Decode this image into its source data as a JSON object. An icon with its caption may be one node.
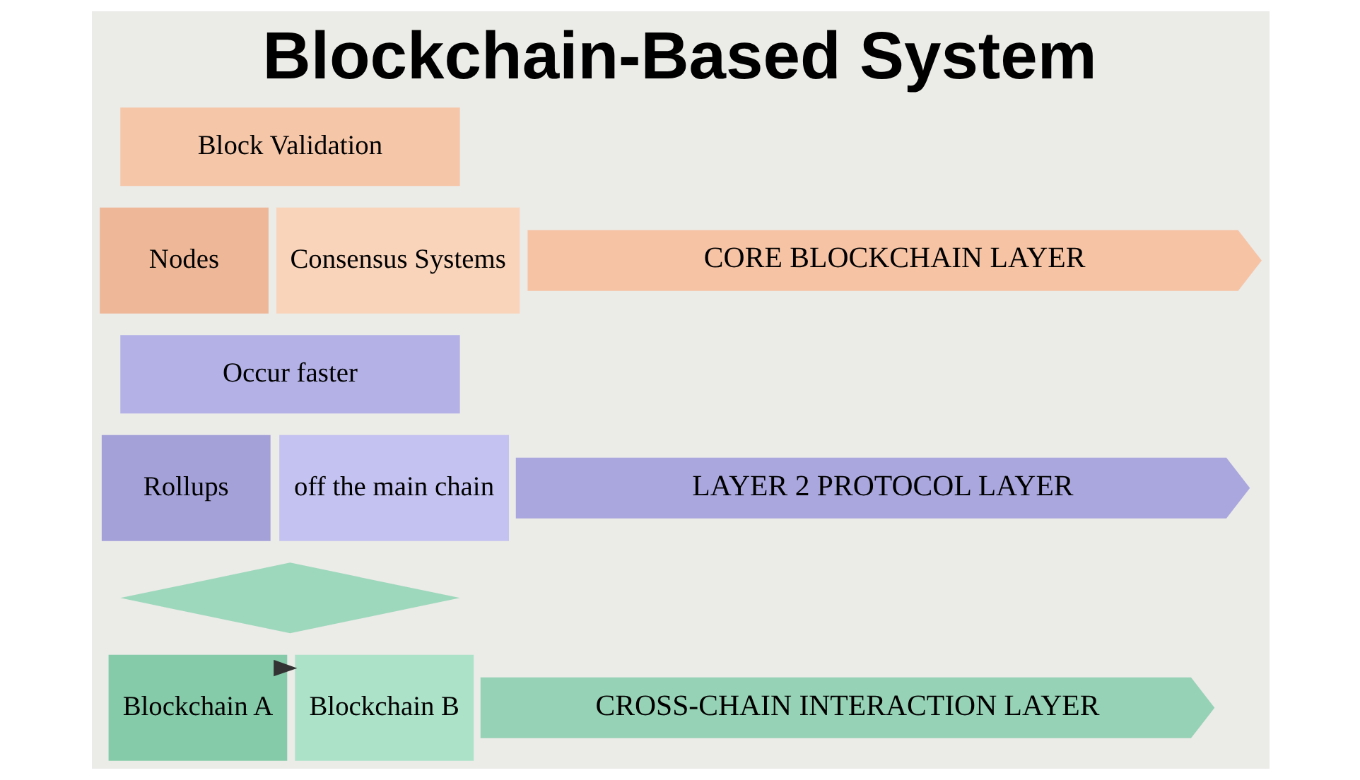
{
  "diagram": {
    "title": "Blockchain-Based System",
    "nodes": [
      {
        "text": [
          "Block Validation"
        ]
      },
      {
        "text": [
          "Nodes"
        ]
      },
      {
        "text": [
          "Consensus Systems"
        ]
      },
      {
        "text": [
          "CORE BLOCKCHAIN LAYER"
        ]
      },
      {
        "text": [
          "Occur faster"
        ]
      },
      {
        "text": [
          "Rollups"
        ]
      },
      {
        "text": [
          "off the main chain"
        ]
      },
      {
        "text": [
          "LAYER 2 PROTOCOL LAYER"
        ]
      },
      {
        "text": [],
        "shape": "diamond"
      },
      {
        "text": [
          "Blockchain A"
        ]
      },
      {
        "text": [
          "Blockchain B"
        ]
      },
      {
        "text": [
          "CROSS-CHAIN INTERACTION LAYER"
        ]
      }
    ],
    "edges": [
      {
        "from": 9,
        "to": 10,
        "arrow": "to"
      }
    ]
  }
}
